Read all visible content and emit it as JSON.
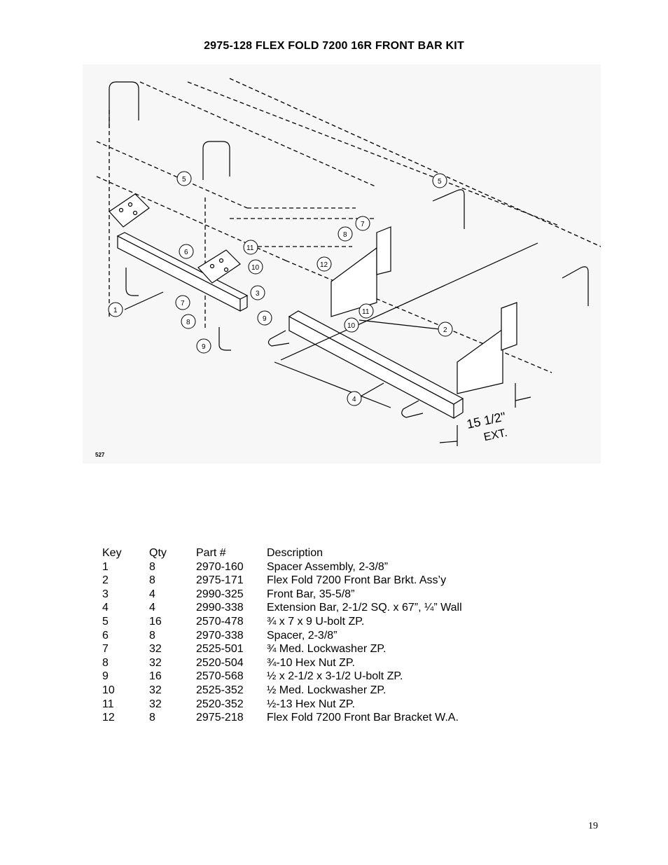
{
  "title": "2975-128 FLEX FOLD 7200 16R FRONT BAR KIT",
  "diagram": {
    "code": "527",
    "dimension_value": "15 1/2\"",
    "dimension_note": "EXT.",
    "callouts": [
      "1",
      "2",
      "3",
      "4",
      "5",
      "5",
      "6",
      "7",
      "7",
      "8",
      "8",
      "9",
      "9",
      "10",
      "10",
      "11",
      "11",
      "12"
    ]
  },
  "parts_table": {
    "headers": {
      "key": "Key",
      "qty": "Qty",
      "part": "Part #",
      "description": "Description"
    },
    "rows": [
      {
        "key": "1",
        "qty": "8",
        "part": "2970-160",
        "description": "Spacer Assembly, 2-3/8”"
      },
      {
        "key": "2",
        "qty": "8",
        "part": "2975-171",
        "description": "Flex Fold 7200 Front Bar Brkt. Ass’y"
      },
      {
        "key": "3",
        "qty": "4",
        "part": "2990-325",
        "description": "Front Bar, 35-5/8”"
      },
      {
        "key": "4",
        "qty": "4",
        "part": "2990-338",
        "description": "Extension Bar, 2-1/2 SQ. x 67”, ¼” Wall"
      },
      {
        "key": "5",
        "qty": "16",
        "part": "2570-478",
        "description": "¾ x 7 x 9 U-bolt ZP."
      },
      {
        "key": "6",
        "qty": "8",
        "part": "2970-338",
        "description": "Spacer, 2-3/8”"
      },
      {
        "key": "7",
        "qty": "32",
        "part": "2525-501",
        "description": "¾ Med. Lockwasher ZP."
      },
      {
        "key": "8",
        "qty": "32",
        "part": "2520-504",
        "description": "¾-10 Hex Nut ZP."
      },
      {
        "key": "9",
        "qty": "16",
        "part": "2570-568",
        "description": "½ x 2-1/2 x 3-1/2 U-bolt ZP."
      },
      {
        "key": "10",
        "qty": "32",
        "part": "2525-352",
        "description": "½ Med. Lockwasher ZP."
      },
      {
        "key": "11",
        "qty": "32",
        "part": "2520-352",
        "description": "½-13 Hex Nut ZP."
      },
      {
        "key": "12",
        "qty": "8",
        "part": "2975-218",
        "description": "Flex Fold 7200 Front Bar Bracket W.A."
      }
    ]
  },
  "page_number": "19"
}
